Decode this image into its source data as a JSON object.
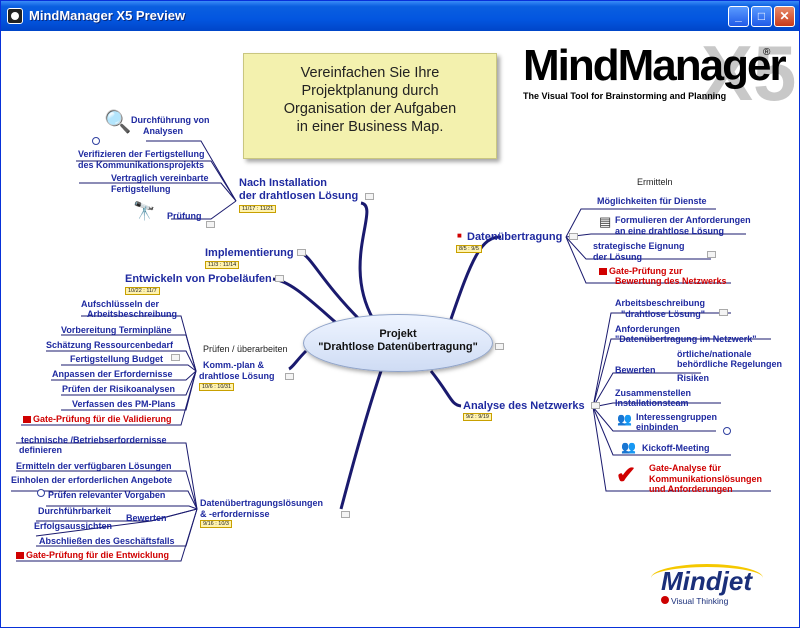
{
  "window": {
    "title": "MindManager X5 Preview",
    "controls": {
      "minimize": "_",
      "maximize": "□",
      "close": "✕"
    }
  },
  "logo": {
    "word": "MindManager",
    "version": "X5",
    "tagline": "The Visual Tool for Brainstorming and Planning",
    "reg": "®"
  },
  "callout": {
    "lines": [
      "Vereinfachen Sie Ihre",
      "Projektplanung durch",
      "Organisation der Aufgaben",
      "in einer Business Map."
    ]
  },
  "center": {
    "line1": "Projekt",
    "line2": "\"Drahtlose Datenübertragung\""
  },
  "mindjet": {
    "word": "Mindjet",
    "tag": "Visual Thinking"
  },
  "topics": {
    "nach_installation": {
      "label1": "Nach Installation",
      "label2": "der drahtlosen Lösung",
      "date": "11/17 : 11/21",
      "children": {
        "analysen1": "Durchführung von",
        "analysen2": "Analysen",
        "verifizieren1": "Verifizieren der Fertigstellung",
        "verifizieren2": "des Kommunikationsprojekts",
        "vertraglich1": "Vertraglich vereinbarte",
        "vertraglich2": "Fertigstellung",
        "pruefung": "Prüfung"
      }
    },
    "implementierung": {
      "label": "Implementierung",
      "date": "11/3 : 11/14"
    },
    "probelaeufe": {
      "label": "Entwickeln von Probeläufen",
      "date": "10/22 : 11/7"
    },
    "komm_plan": {
      "label1": "Komm.-plan &",
      "label2": "drahtlose Lösung",
      "date": "10/6 : 10/31",
      "relation": "Prüfen / überarbeiten",
      "children": [
        "Aufschlüsseln der",
        "Arbeitsbeschreibung",
        "Vorbereitung Terminpläne",
        "Schätzung Ressourcenbedarf",
        "Fertigstellung Budget",
        "Anpassen der Erfordernisse",
        "Prüfen der Risikoanalysen",
        "Verfassen des PM-Plans",
        "Gate-Prüfung für die Validierung"
      ]
    },
    "datenuebertragung_loesungen": {
      "label1": "Datenübertragungslösungen",
      "label2": "& -erfordernisse",
      "date": "9/16 : 10/3",
      "children": [
        "technische /Betriebserfordernisse",
        "definieren",
        "Ermitteln der verfügbaren Lösungen",
        "Einholen der erforderlichen Angebote",
        "Prüfen relevanter Vorgaben",
        "Durchführbarkeit",
        "Erfolgsaussichten",
        "Bewerten",
        "Abschließen des Geschäftsfalls",
        "Gate-Prüfung für die Entwicklung"
      ]
    },
    "datenuebertragung": {
      "label": "Datenübertragung",
      "date": "8/5 : 9/5",
      "children": [
        "Ermitteln",
        "Möglichkeiten für Dienste",
        "Formulieren der Anforderungen",
        "an eine drahtlose Lösung",
        "strategische Eignung",
        "der Lösung",
        "Gate-Prüfung zur",
        "Bewertung des Netzwerks"
      ]
    },
    "analyse_netzwerks": {
      "label": "Analyse des Netzwerks",
      "date": "9/2 : 9/19",
      "children": [
        "Arbeitsbeschreibung",
        "\"drahtlose Lösung\"",
        "Anforderungen",
        "\"Datenübertragung im Netzwerk\"",
        "Bewerten",
        "örtliche/nationale",
        "behördliche Regelungen",
        "Risiken",
        "Zusammenstellen",
        "Installationsteam",
        "Interessengruppen",
        "einbinden",
        "Kickoff-Meeting",
        "Gate-Analyse für",
        "Kommunikationslösungen",
        "und Anforderungen"
      ]
    }
  },
  "colors": {
    "topic": "#1f2aa0",
    "gate": "#d00000",
    "branch": "#1a1a6e",
    "callout": "#f3f1ae"
  }
}
